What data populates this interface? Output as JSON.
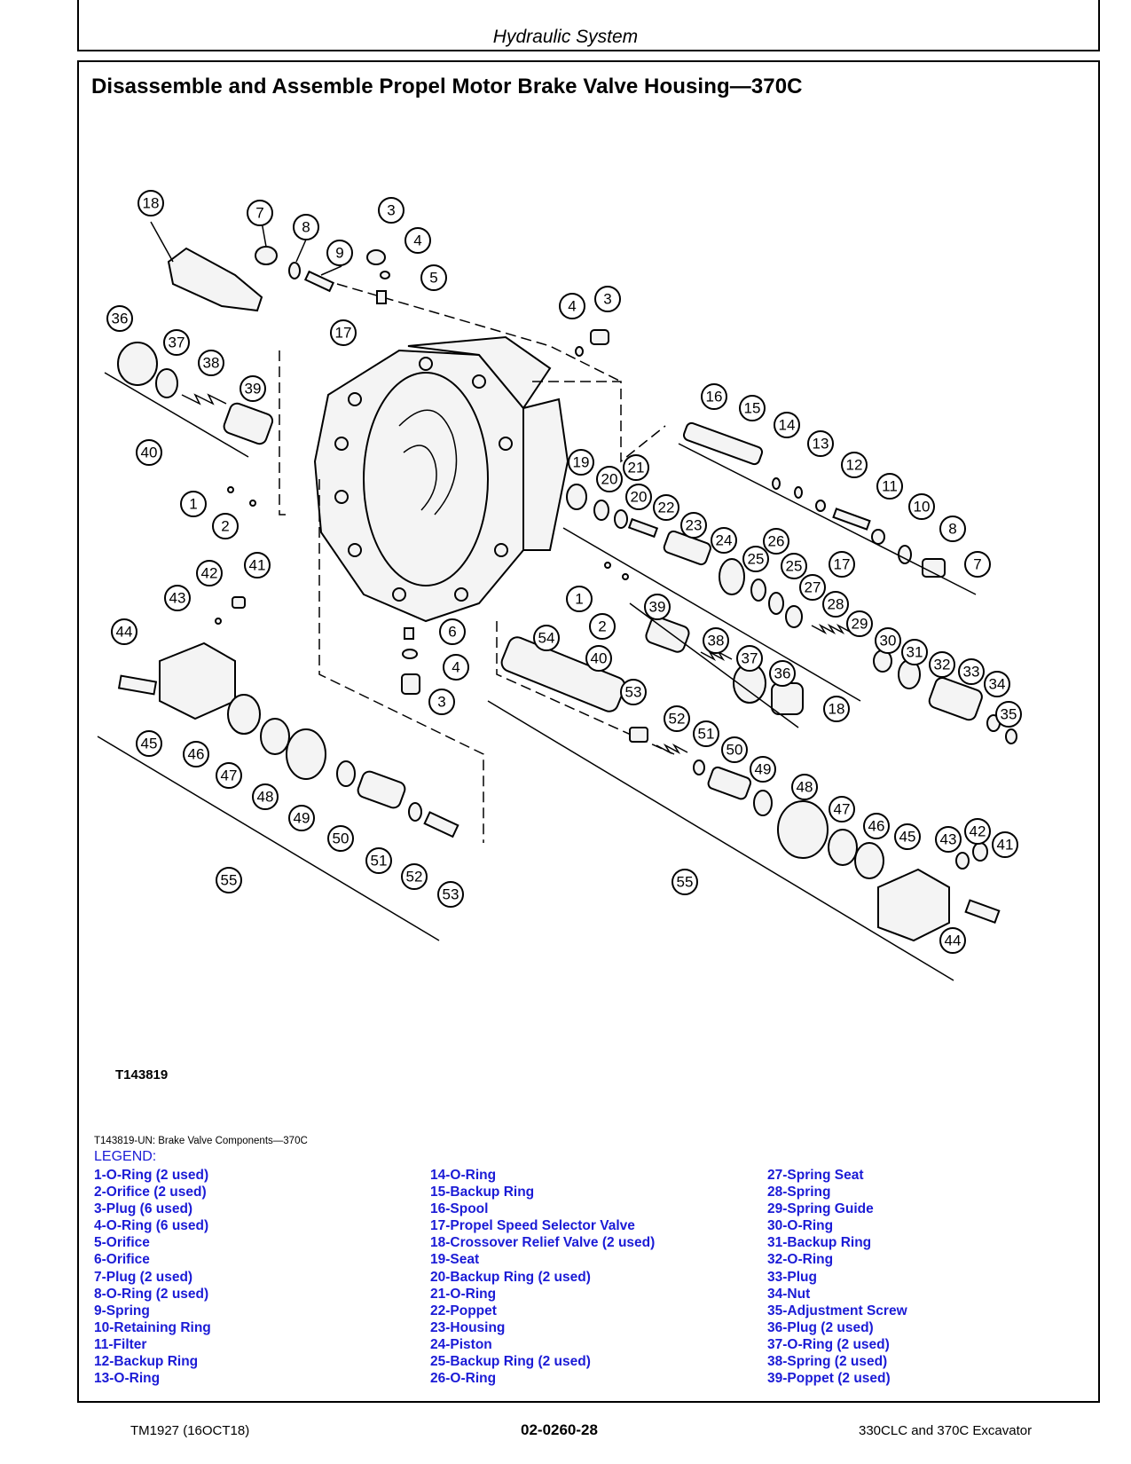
{
  "header": {
    "section": "Hydraulic System"
  },
  "title": "Disassemble and Assemble Propel Motor Brake Valve Housing—370C",
  "figure": {
    "id": "T143819",
    "caption": "T143819-UN: Brake Valve Components—370C",
    "callouts": [
      "18",
      "7",
      "8",
      "9",
      "3",
      "4",
      "5",
      "17",
      "36",
      "37",
      "38",
      "39",
      "40",
      "1",
      "2",
      "42",
      "41",
      "43",
      "44",
      "45",
      "46",
      "47",
      "48",
      "49",
      "50",
      "51",
      "52",
      "53",
      "55",
      "6",
      "19",
      "20",
      "21",
      "22",
      "23",
      "24",
      "25",
      "26",
      "27",
      "28",
      "29",
      "30",
      "31",
      "32",
      "33",
      "34",
      "35",
      "16",
      "15",
      "14",
      "13",
      "12",
      "11",
      "10",
      "54"
    ]
  },
  "legend": {
    "title": "LEGEND:",
    "col1": [
      "1-O-Ring (2 used)",
      "2-Orifice (2 used)",
      "3-Plug (6 used)",
      "4-O-Ring (6 used)",
      "5-Orifice",
      "6-Orifice",
      "7-Plug (2 used)",
      "8-O-Ring (2 used)",
      "9-Spring",
      "10-Retaining Ring",
      "11-Filter",
      "12-Backup Ring",
      "13-O-Ring"
    ],
    "col2": [
      "14-O-Ring",
      "15-Backup Ring",
      "16-Spool",
      "17-Propel Speed Selector Valve",
      "18-Crossover Relief Valve (2 used)",
      "19-Seat",
      "20-Backup Ring (2 used)",
      "21-O-Ring",
      "22-Poppet",
      "23-Housing",
      "24-Piston",
      "25-Backup Ring (2 used)",
      "26-O-Ring"
    ],
    "col3": [
      "27-Spring Seat",
      "28-Spring",
      "29-Spring Guide",
      "30-O-Ring",
      "31-Backup Ring",
      "32-O-Ring",
      "33-Plug",
      "34-Nut",
      "35-Adjustment Screw",
      "36-Plug (2 used)",
      "37-O-Ring (2 used)",
      "38-Spring (2 used)",
      "39-Poppet (2 used)"
    ]
  },
  "footer": {
    "left": "TM1927 (16OCT18)",
    "center": "02-0260-28",
    "right": "330CLC and 370C Excavator"
  }
}
